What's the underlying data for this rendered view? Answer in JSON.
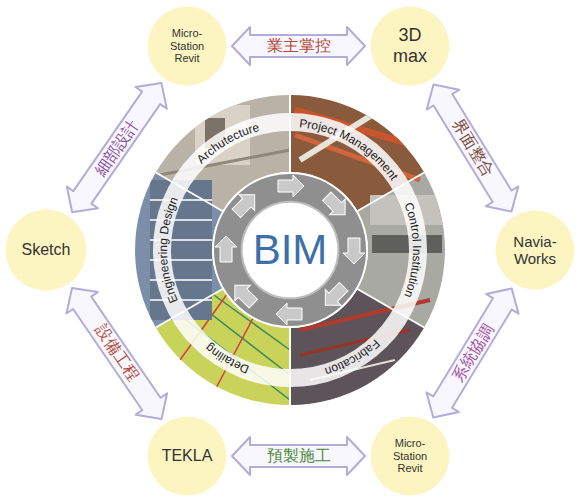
{
  "diagram": {
    "nodes": [
      {
        "text": [
          "Micro-Station Revit"
        ]
      },
      {
        "text": [
          "3D max"
        ]
      },
      {
        "text": [
          "Sketch"
        ]
      },
      {
        "text": [
          "BIM"
        ]
      },
      {
        "text": [
          "Navia-Works"
        ]
      },
      {
        "text": [
          "TEKLA"
        ]
      },
      {
        "text": [
          "Micro-Station Revit"
        ]
      }
    ],
    "edges": [
      {
        "from": 0,
        "to": 1,
        "arrow": "both",
        "label": "業主掌控"
      },
      {
        "from": 1,
        "to": 4,
        "arrow": "both",
        "label": "界面整合"
      },
      {
        "from": 4,
        "to": 6,
        "arrow": "both",
        "label": "系統協調"
      },
      {
        "from": 5,
        "to": 6,
        "arrow": "both",
        "label": "預製施工"
      },
      {
        "from": 2,
        "to": 5,
        "arrow": "both",
        "label": "設備工程"
      },
      {
        "from": 0,
        "to": 2,
        "arrow": "both",
        "label": "細部設計"
      }
    ],
    "labels": [
      "Archutecture",
      "Project Management",
      "Control Institution",
      "Fabrication",
      "Detailing",
      "Engineering Design"
    ]
  }
}
